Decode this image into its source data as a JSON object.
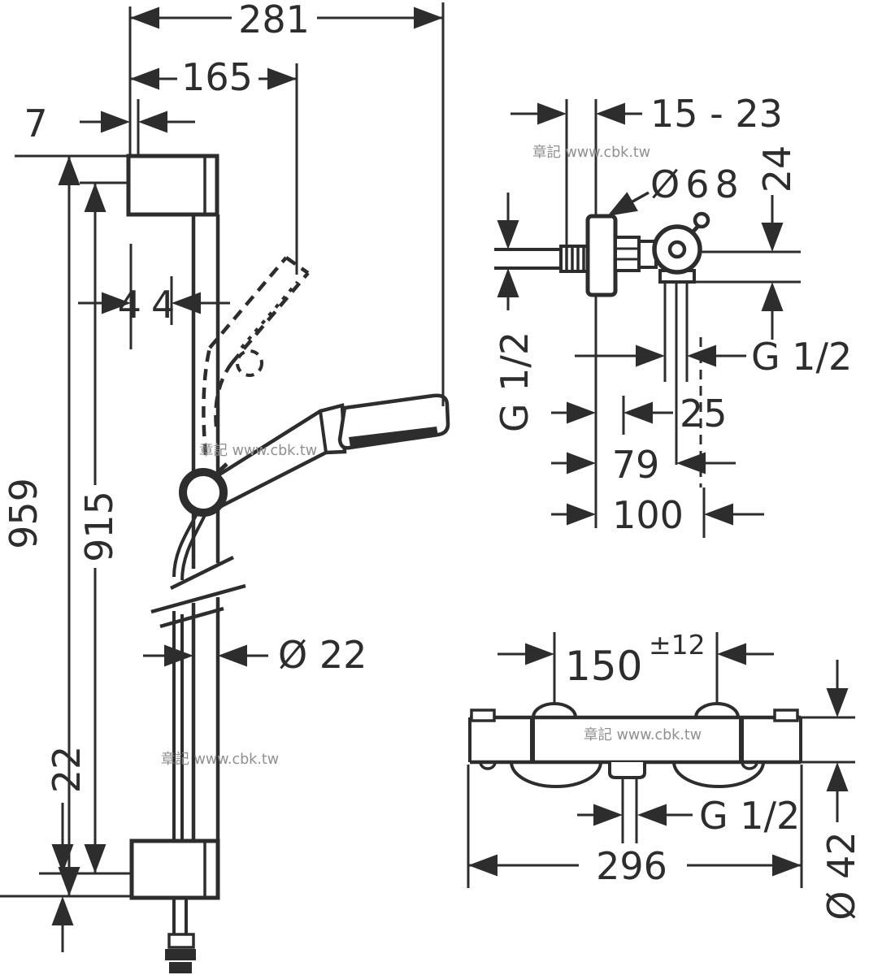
{
  "title": "Shower set technical dimension drawing",
  "colors": {
    "line": "#2d2d2d",
    "background": "#ffffff",
    "watermark": "#8f8f8f"
  },
  "watermark": {
    "text": "章記 www.cbk.tw"
  },
  "views": {
    "rail_front": {
      "description": "wall bar with hand shower",
      "dims": {
        "overall_reach": "281",
        "parked_reach": "165",
        "wall_offset": "7",
        "holder_offset": "44",
        "bar_overall_height": "959",
        "fixing_distance": "915",
        "bottom_offset": "22",
        "bar_diameter": "Ø 22"
      }
    },
    "valve_side": {
      "description": "thermostat side view",
      "dims": {
        "mounting_depth_range": "15 - 23",
        "escutcheon_diameter": "Ø68",
        "outlet_drop": "24",
        "inlet_thread": "G 1/2",
        "outlet_thread": "G 1/2",
        "offset_25": "25",
        "offset_79": "79",
        "offset_100": "100"
      }
    },
    "mixer_front": {
      "description": "thermostat front view",
      "dims": {
        "connection_spacing": "150",
        "connection_tolerance": "±12",
        "outlet_thread": "G 1/2",
        "overall_width": "296",
        "body_diameter": "Ø 42"
      }
    }
  }
}
